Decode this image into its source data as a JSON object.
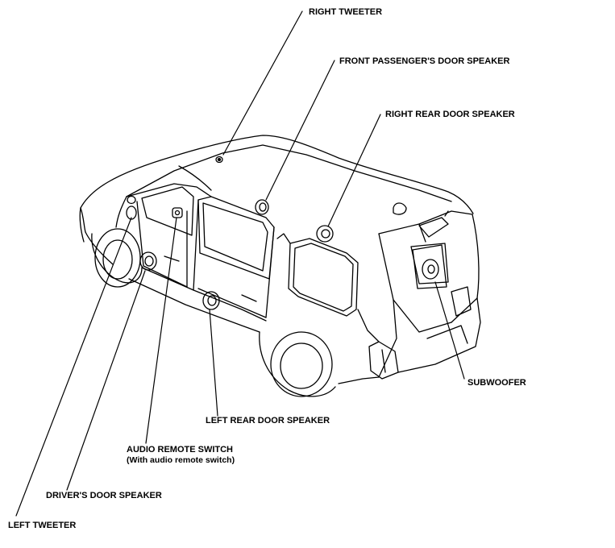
{
  "labels": {
    "right_tweeter": "RIGHT TWEETER",
    "front_passenger_door_speaker": "FRONT PASSENGER'S DOOR SPEAKER",
    "right_rear_door_speaker": "RIGHT REAR DOOR SPEAKER",
    "subwoofer": "SUBWOOFER",
    "left_rear_door_speaker": "LEFT REAR DOOR SPEAKER",
    "audio_remote_switch": "AUDIO REMOTE SWITCH",
    "audio_remote_switch_note": "(With audio remote switch)",
    "drivers_door_speaker": "DRIVER'S DOOR SPEAKER",
    "left_tweeter": "LEFT TWEETER"
  }
}
